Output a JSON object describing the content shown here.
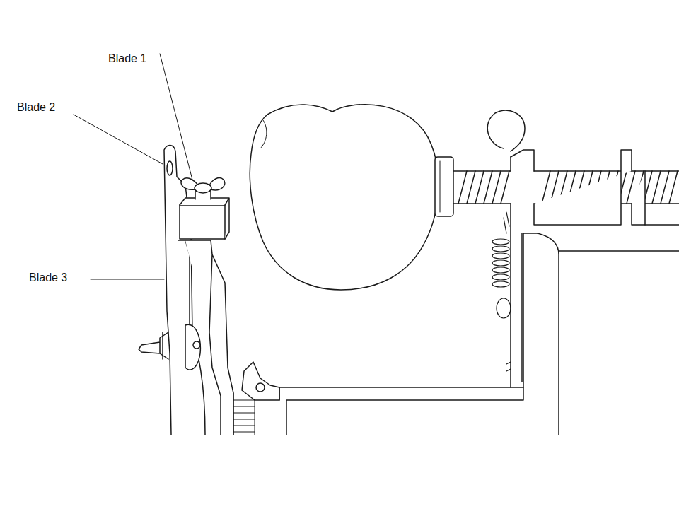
{
  "diagram": {
    "labels": [
      "Blade 1",
      "Blade 2",
      "Blade 3"
    ]
  }
}
